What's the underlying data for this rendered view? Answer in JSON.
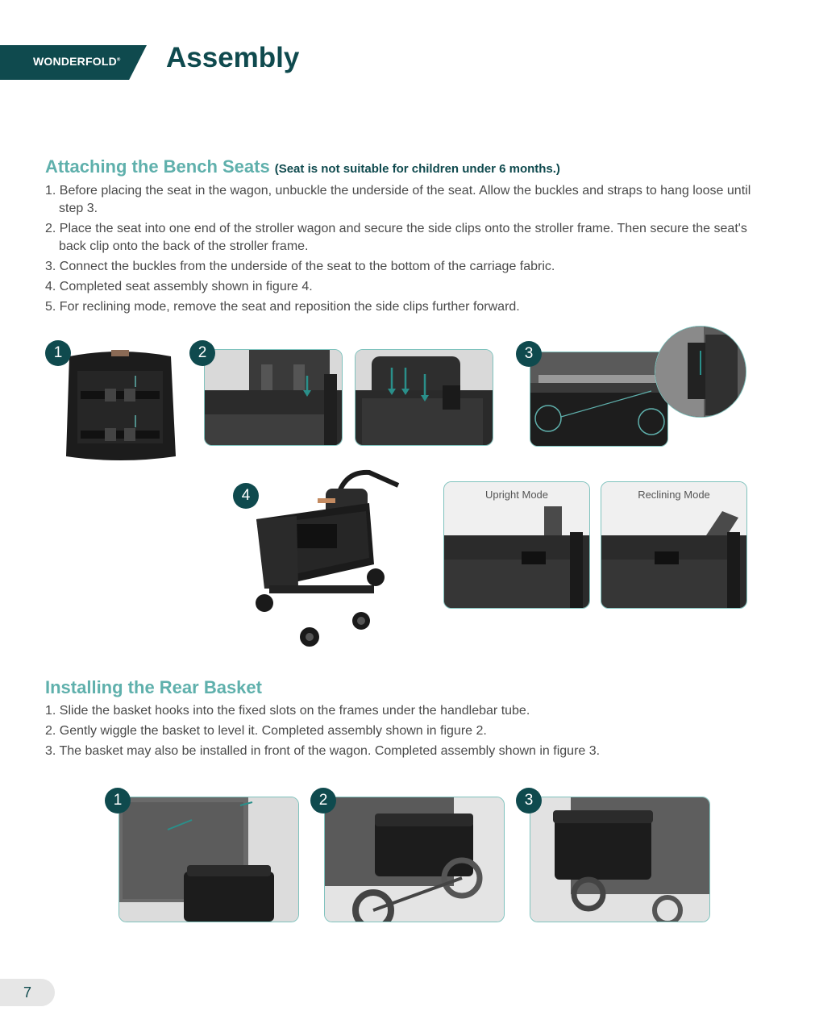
{
  "brand": {
    "name": "WONDERFOLD",
    "mark": "®"
  },
  "page_title": "Assembly",
  "bench": {
    "heading": "Attaching the Bench Seats",
    "note": "(Seat is not suitable for children under 6 months.)",
    "steps": [
      "1. Before placing the seat in the wagon, unbuckle the underside of the seat. Allow the buckles and straps to hang loose until step 3.",
      "2. Place the seat into one end of the stroller wagon and secure the side clips onto the stroller frame. Then secure the seat's back clip onto the back of the stroller frame.",
      "3. Connect the buckles from the underside of the seat to the bottom of the carriage fabric.",
      "4. Completed seat assembly shown in figure 4.",
      "5. For reclining mode, remove the seat and reposition the side clips further forward."
    ],
    "badges": [
      "1",
      "2",
      "3",
      "4"
    ],
    "modes": [
      "Upright Mode",
      "Reclining Mode"
    ]
  },
  "basket": {
    "heading": "Installing the Rear Basket",
    "steps": [
      "1. Slide the basket hooks into the fixed slots on the frames under the handlebar tube.",
      "2. Gently wiggle the basket to level it. Completed assembly shown in figure 2.",
      "3. The basket may also be installed in front of the wagon. Completed assembly shown in figure 3."
    ],
    "badges": [
      "1",
      "2",
      "3"
    ]
  },
  "page_number": "7",
  "colors": {
    "teal_dark": "#0f4a4e",
    "teal_light": "#5fb0ac",
    "border": "#7fc2bd"
  }
}
